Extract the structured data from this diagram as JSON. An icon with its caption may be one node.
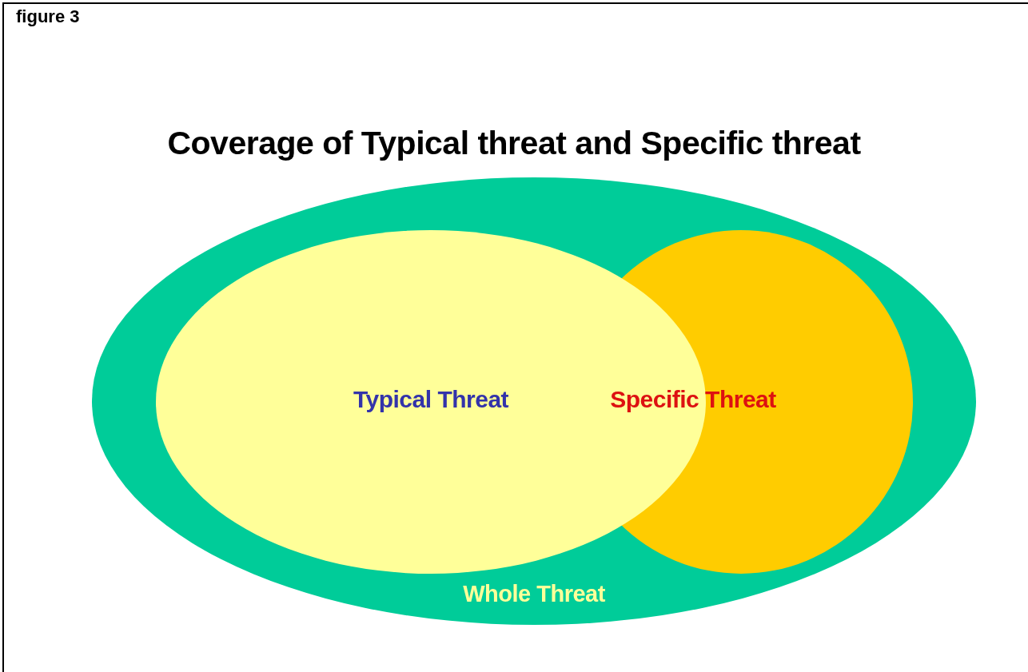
{
  "diagram": {
    "title": "Coverage of Typical threat and Specific threat",
    "nodes": [
      {
        "text": [
          "Whole Threat"
        ]
      },
      {
        "text": [
          "Typical Threat"
        ],
        "in": 0
      },
      {
        "text": [
          "Specific Threat"
        ],
        "in": 0
      }
    ],
    "labels": [
      "figure 3"
    ]
  }
}
